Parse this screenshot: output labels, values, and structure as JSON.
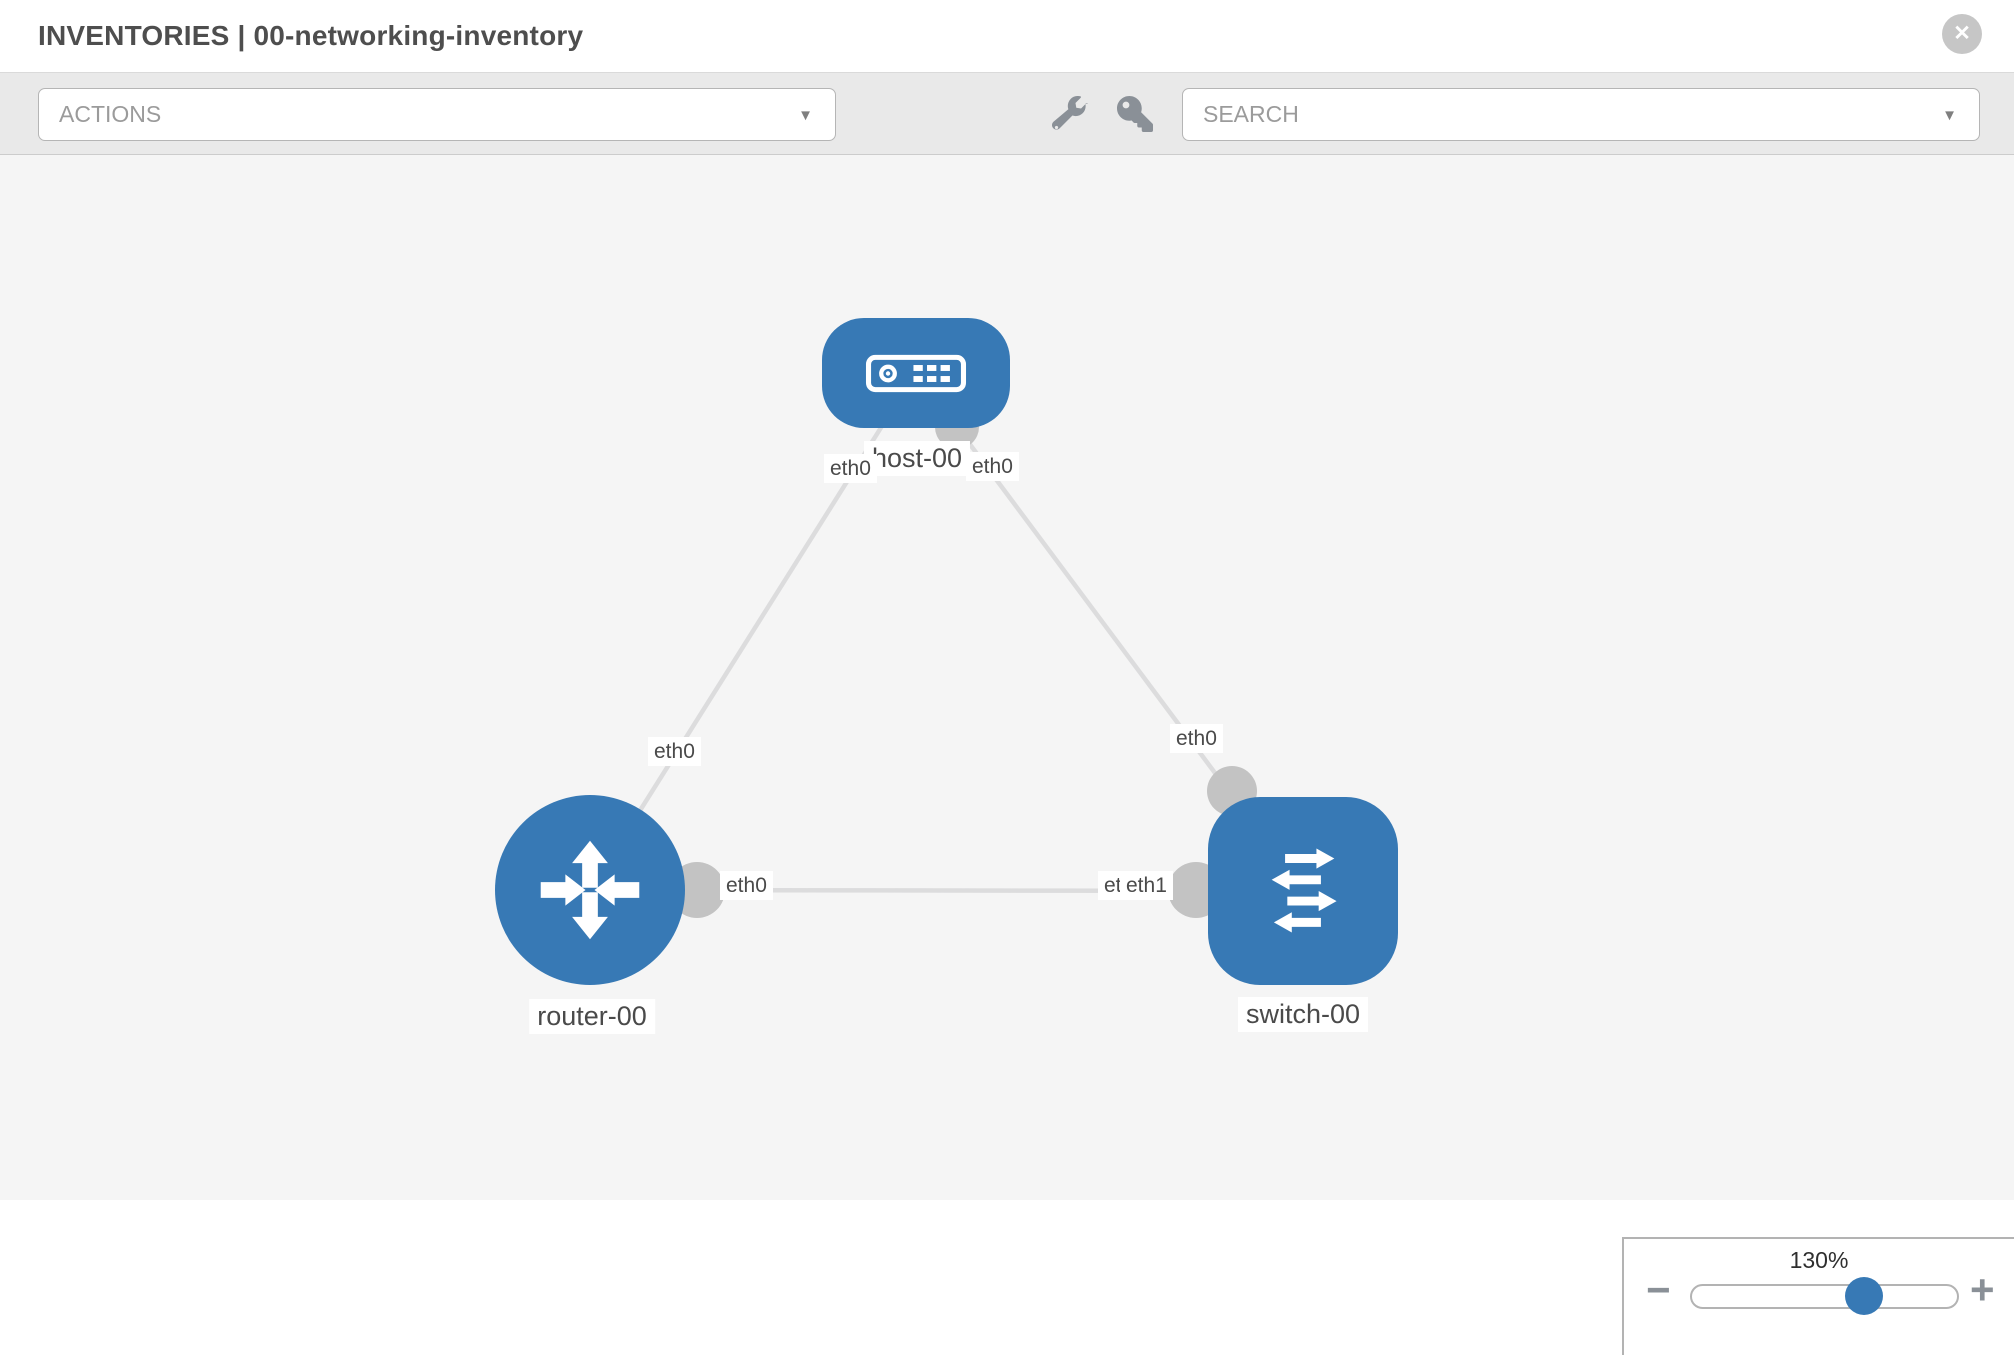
{
  "header": {
    "title": "INVENTORIES | 00-networking-inventory"
  },
  "toolbar": {
    "actions_label": "ACTIONS",
    "search_label": "SEARCH"
  },
  "icons": {
    "close": "✕",
    "dropdown_caret": "▼",
    "zoom_out": "−",
    "zoom_in": "+"
  },
  "topology": {
    "nodes": [
      {
        "label": "host-00",
        "type": "host"
      },
      {
        "label": "router-00",
        "type": "router"
      },
      {
        "label": "switch-00",
        "type": "switch"
      }
    ],
    "links": [
      {
        "source": "host-00",
        "target": "router-00",
        "source_port": "eth0",
        "target_port": "eth0"
      },
      {
        "source": "host-00",
        "target": "switch-00",
        "source_port": "eth0",
        "target_port": "eth0"
      },
      {
        "source": "router-00",
        "target": "switch-00",
        "source_port": "eth0",
        "target_port": "eth1"
      }
    ]
  },
  "zoom_control": {
    "level": "130%"
  },
  "colors": {
    "node_blue": "#3779b5",
    "link_gray": "#dcdcdd",
    "endpoint_gray": "#c3c3c3",
    "toolbar_bg": "#e9e9e9",
    "canvas_bg": "#f5f5f5"
  }
}
